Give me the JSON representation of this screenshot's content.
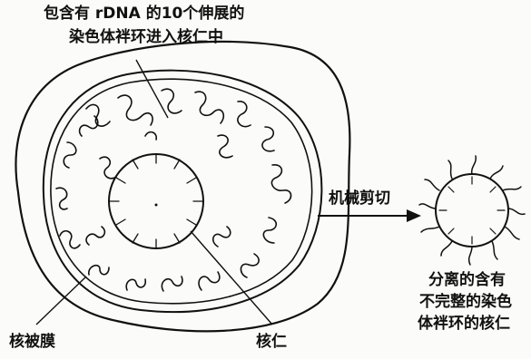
{
  "labels": {
    "top_line1": "包含有 rDNA 的10个伸展的",
    "top_line2": "染色体袢环进入核仁中",
    "arrow_text": "机械剪切",
    "result_line1": "分离的含有",
    "result_line2": "不完整的染色",
    "result_line3": "体袢环的核仁",
    "nuclear_envelope": "核被膜",
    "nucleolus": "核仁"
  },
  "colors": {
    "ink": "#111111",
    "background": "#fbfbf9",
    "bleed_through": "#c9c9c9"
  }
}
